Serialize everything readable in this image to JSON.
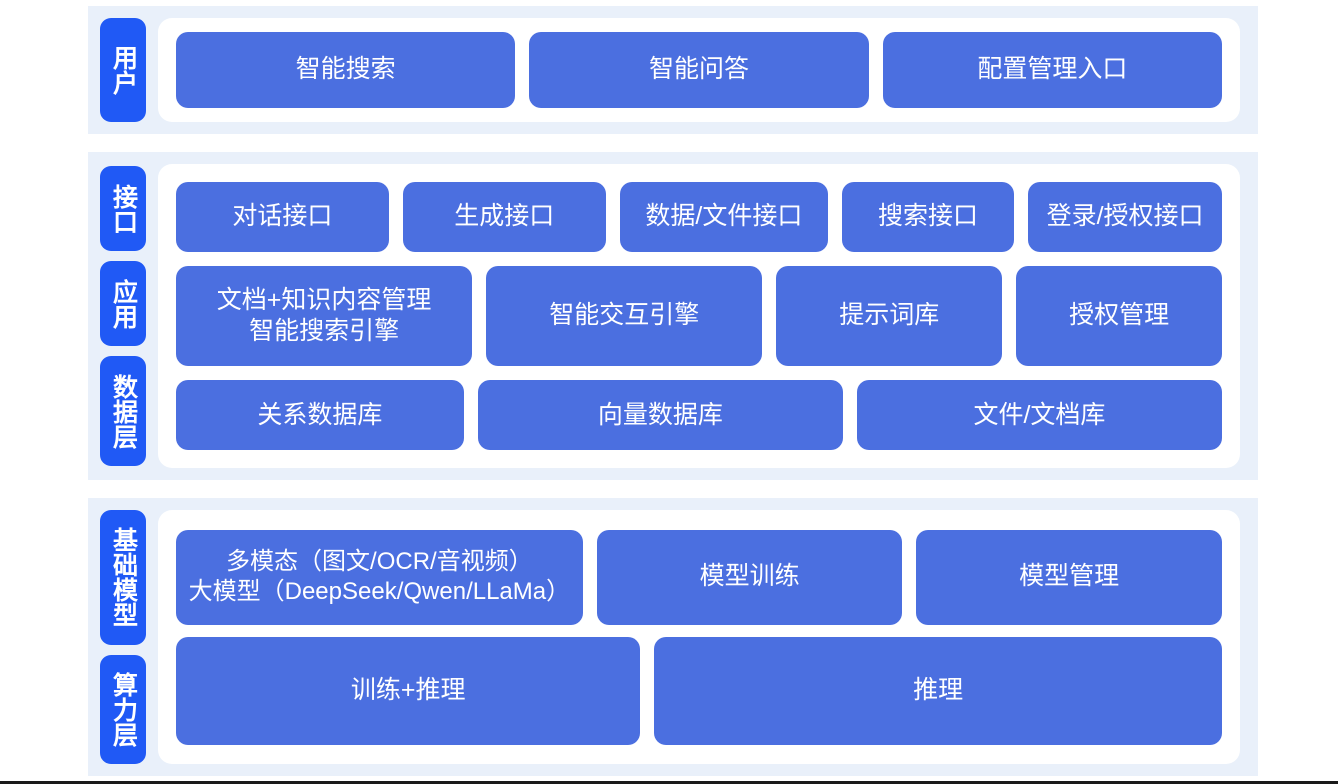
{
  "colors": {
    "band_background": "#e9f0fa",
    "card_background": "#ffffff",
    "tab_blue": "#2059f5",
    "node_blue": "#4b6fe0",
    "node_text": "#ffffff",
    "page_background": "#ffffff",
    "bottom_rule": "#1a1a1a"
  },
  "sections": [
    {
      "id": "user",
      "tabs": [
        {
          "label": "用户"
        }
      ],
      "rows": [
        {
          "id": "user-entries",
          "nodes": [
            {
              "label": "智能搜索"
            },
            {
              "label": "智能问答"
            },
            {
              "label": "配置管理入口"
            }
          ]
        }
      ]
    },
    {
      "id": "platform",
      "tabs": [
        {
          "label": "接口"
        },
        {
          "label": "应用"
        },
        {
          "label": "数据层"
        }
      ],
      "rows": [
        {
          "id": "interface",
          "nodes": [
            {
              "label": "对话接口"
            },
            {
              "label": "生成接口"
            },
            {
              "label": "数据/文件接口"
            },
            {
              "label": "搜索接口"
            },
            {
              "label": "登录/授权接口"
            }
          ]
        },
        {
          "id": "application",
          "nodes": [
            {
              "label": "文档+知识内容管理\n智能搜索引擎"
            },
            {
              "label": "智能交互引擎"
            },
            {
              "label": "提示词库"
            },
            {
              "label": "授权管理"
            }
          ]
        },
        {
          "id": "data",
          "nodes": [
            {
              "label": "关系数据库"
            },
            {
              "label": "向量数据库"
            },
            {
              "label": "文件/文档库"
            }
          ]
        }
      ]
    },
    {
      "id": "infrastructure",
      "tabs": [
        {
          "label": "基础模型"
        },
        {
          "label": "算力层"
        }
      ],
      "rows": [
        {
          "id": "model",
          "nodes": [
            {
              "label": "多模态（图文/OCR/音视频）\n大模型（DeepSeek/Qwen/LLaMa）"
            },
            {
              "label": "模型训练"
            },
            {
              "label": "模型管理"
            }
          ]
        },
        {
          "id": "compute",
          "nodes": [
            {
              "label": "训练+推理"
            },
            {
              "label": "推理"
            }
          ]
        }
      ]
    }
  ]
}
